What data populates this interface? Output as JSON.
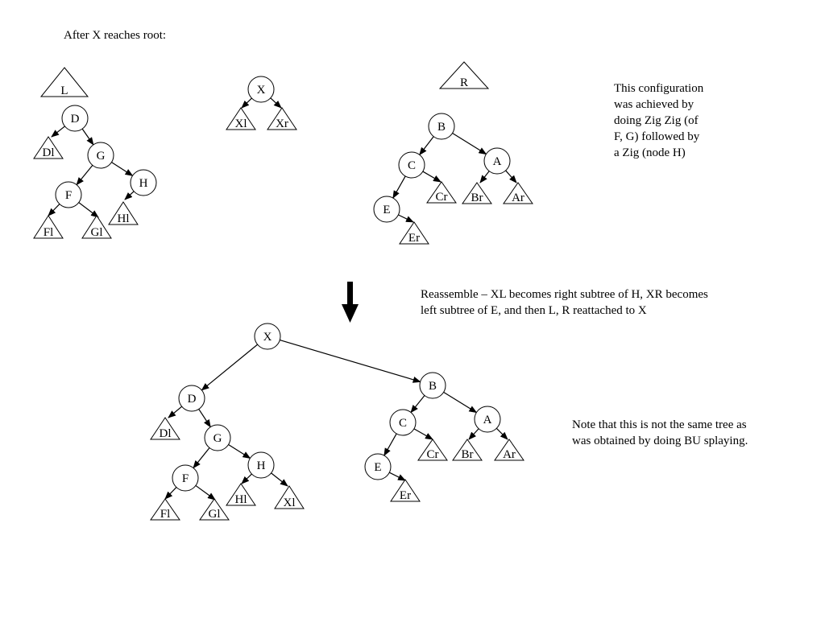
{
  "title": "After X reaches root:",
  "note_config": [
    "This configuration",
    "was achieved by",
    "doing Zig Zig (of",
    "F, G)  followed by",
    "a Zig (node H)"
  ],
  "reassemble": [
    "Reassemble – XL becomes right subtree of H, XR becomes",
    "left subtree of E, and then L, R reattached to X"
  ],
  "note_bottom": [
    "Note that this is not the same tree as",
    "was obtained by doing BU splaying."
  ],
  "colors": {
    "stroke": "#000000",
    "fill": "#ffffff"
  },
  "trees": {
    "L": {
      "header": "L",
      "nodes": [
        "D",
        "G",
        "F",
        "H"
      ],
      "subtrees": [
        "Dl",
        "Fl",
        "Gl",
        "Hl"
      ]
    },
    "X": {
      "nodes": [
        "X"
      ],
      "subtrees": [
        "Xl",
        "Xr"
      ]
    },
    "R": {
      "header": "R",
      "nodes": [
        "B",
        "C",
        "A",
        "E"
      ],
      "subtrees": [
        "Cr",
        "Br",
        "Ar",
        "Er"
      ]
    },
    "final": {
      "nodes": [
        "X",
        "D",
        "G",
        "F",
        "H",
        "B",
        "C",
        "A",
        "E"
      ],
      "subtrees": [
        "Dl",
        "Fl",
        "Gl",
        "Hl",
        "Xl",
        "Cr",
        "Br",
        "Ar",
        "Er"
      ]
    }
  }
}
